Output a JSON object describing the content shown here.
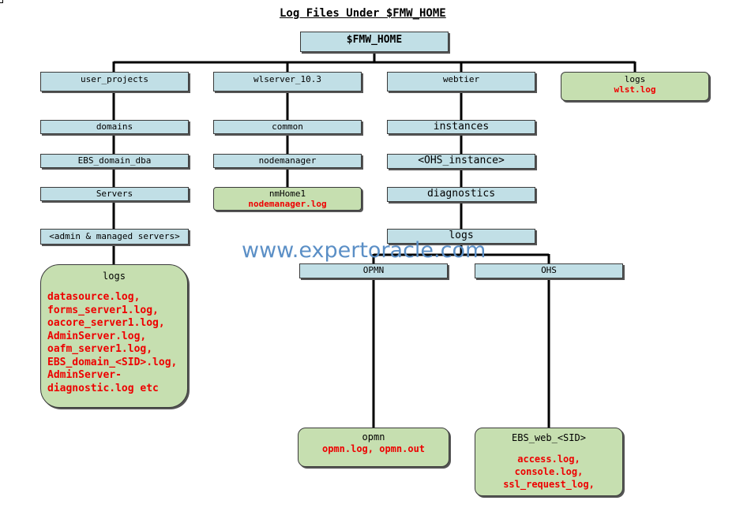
{
  "title": "Log Files Under $FMW_HOME",
  "watermark": "www.expertoracle.com",
  "nodes": {
    "root": "$FMW_HOME",
    "user_projects": "user_projects",
    "domains": "domains",
    "ebs_domain": "EBS_domain_dba",
    "servers": "Servers",
    "admin_managed": "<admin & managed servers>",
    "server_logs_title": "logs",
    "server_logs": [
      "datasource.log,",
      "forms_server1.log,",
      "oacore_server1.log,",
      "AdminServer.log,",
      "oafm_server1.log,",
      "EBS_domain_<SID>.log,",
      "AdminServer-",
      "diagnostic.log etc"
    ],
    "wlserver": "wlserver_10.3",
    "common": "common",
    "nodemanager": "nodemanager",
    "nmhome": "nmHome1",
    "nmhome_log": "nodemanager.log",
    "webtier": "webtier",
    "instances": "instances",
    "ohs_instance": "<OHS_instance>",
    "diagnostics": "diagnostics",
    "web_logs": "logs",
    "opmn": "OPMN",
    "ohs": "OHS",
    "opmn_leaf_title": "opmn",
    "opmn_leaf_logs": "opmn.log, opmn.out",
    "ebs_web_title": "EBS_web_<SID>",
    "ebs_web_logs": [
      "access.log,",
      "console.log,",
      "ssl_request_log,"
    ],
    "root_logs_title": "logs",
    "root_logs_file": "wlst.log"
  },
  "colors": {
    "box_blue": "#c1dfe6",
    "box_green": "#c6dfb0",
    "log_red": "#ee0000",
    "watermark": "#5b8fc6"
  }
}
